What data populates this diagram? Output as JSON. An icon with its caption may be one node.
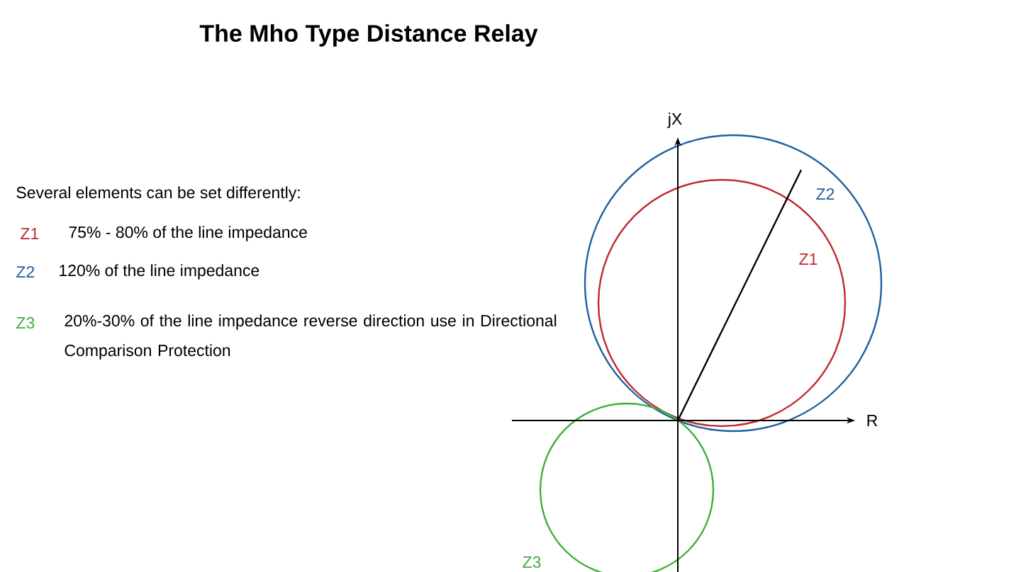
{
  "diagram": {
    "title": "The Mho Type Distance Relay",
    "labels": [
      "Several elements can be set differently:",
      "Z1",
      "75% - 80% of the line impedance",
      "Z2",
      "120% of the line impedance",
      "Z3",
      "20%-30%  of the line impedance reverse direction use in Directional Comparison Protection",
      "jX",
      "Z2",
      "Z1",
      "R",
      "Z3"
    ]
  }
}
